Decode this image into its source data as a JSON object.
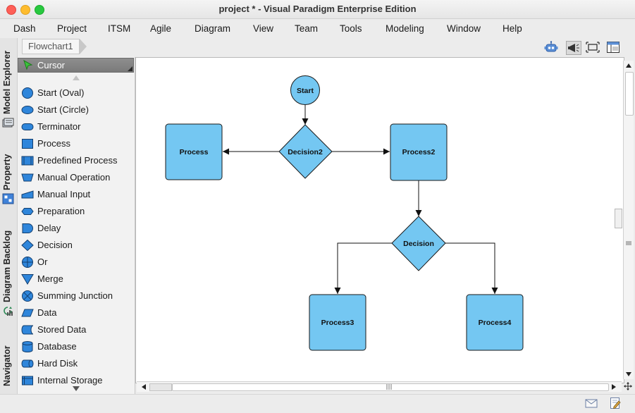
{
  "window": {
    "title": "project * - Visual Paradigm Enterprise Edition"
  },
  "menu": [
    "Dash",
    "Project",
    "ITSM",
    "Agile",
    "Diagram",
    "View",
    "Team",
    "Tools",
    "Modeling",
    "Window",
    "Help"
  ],
  "diagram_tab": {
    "label": "Flowchart1"
  },
  "toolbar_icons": [
    "robot-icon",
    "megaphone-icon",
    "fit-diagram-icon",
    "panel-layout-icon"
  ],
  "left_rail": [
    {
      "label": "Model Explorer",
      "icon": "model-explorer-icon"
    },
    {
      "label": "Property",
      "icon": "property-icon"
    },
    {
      "label": "Diagram Backlog",
      "icon": "diagram-backlog-icon"
    },
    {
      "label": "Navigator",
      "icon": "navigator-icon"
    }
  ],
  "palette": {
    "cursor_label": "Cursor",
    "items": [
      {
        "label": "Start (Oval)",
        "icon": "oval-icon"
      },
      {
        "label": "Start (Circle)",
        "icon": "circle-icon"
      },
      {
        "label": "Terminator",
        "icon": "terminator-icon"
      },
      {
        "label": "Process",
        "icon": "process-icon"
      },
      {
        "label": "Predefined Process",
        "icon": "predefined-process-icon"
      },
      {
        "label": "Manual Operation",
        "icon": "manual-operation-icon"
      },
      {
        "label": "Manual Input",
        "icon": "manual-input-icon"
      },
      {
        "label": "Preparation",
        "icon": "preparation-icon"
      },
      {
        "label": "Delay",
        "icon": "delay-icon"
      },
      {
        "label": "Decision",
        "icon": "decision-icon"
      },
      {
        "label": "Or",
        "icon": "or-icon"
      },
      {
        "label": "Merge",
        "icon": "merge-icon"
      },
      {
        "label": "Summing Junction",
        "icon": "summing-junction-icon"
      },
      {
        "label": "Data",
        "icon": "data-icon"
      },
      {
        "label": "Stored Data",
        "icon": "stored-data-icon"
      },
      {
        "label": "Database",
        "icon": "database-icon"
      },
      {
        "label": "Hard Disk",
        "icon": "hard-disk-icon"
      },
      {
        "label": "Internal Storage",
        "icon": "internal-storage-icon"
      }
    ]
  },
  "diagram": {
    "nodes": [
      {
        "id": "start",
        "label": "Start",
        "shape": "circle"
      },
      {
        "id": "decision2",
        "label": "Decision2",
        "shape": "diamond"
      },
      {
        "id": "process",
        "label": "Process",
        "shape": "rect"
      },
      {
        "id": "process2",
        "label": "Process2",
        "shape": "rect"
      },
      {
        "id": "decision",
        "label": "Decision",
        "shape": "diamond"
      },
      {
        "id": "process3",
        "label": "Process3",
        "shape": "rect"
      },
      {
        "id": "process4",
        "label": "Process4",
        "shape": "rect"
      }
    ],
    "edges": [
      [
        "start",
        "decision2"
      ],
      [
        "decision2",
        "process"
      ],
      [
        "decision2",
        "process2"
      ],
      [
        "process2",
        "decision"
      ],
      [
        "decision",
        "process3"
      ],
      [
        "decision",
        "process4"
      ]
    ],
    "colors": {
      "fill": "#74c7f2",
      "stroke": "#1a1a1a"
    }
  },
  "status_icons": [
    "mail-icon",
    "edit-note-icon"
  ]
}
